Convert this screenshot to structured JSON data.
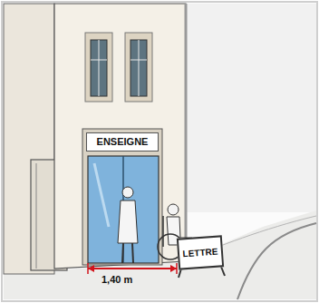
{
  "diagram": {
    "nodes": [
      {
        "text": [
          "ENSEIGNE"
        ]
      },
      {
        "text": [
          "LETTRE"
        ]
      }
    ],
    "labels": [
      "1,40 m"
    ]
  }
}
